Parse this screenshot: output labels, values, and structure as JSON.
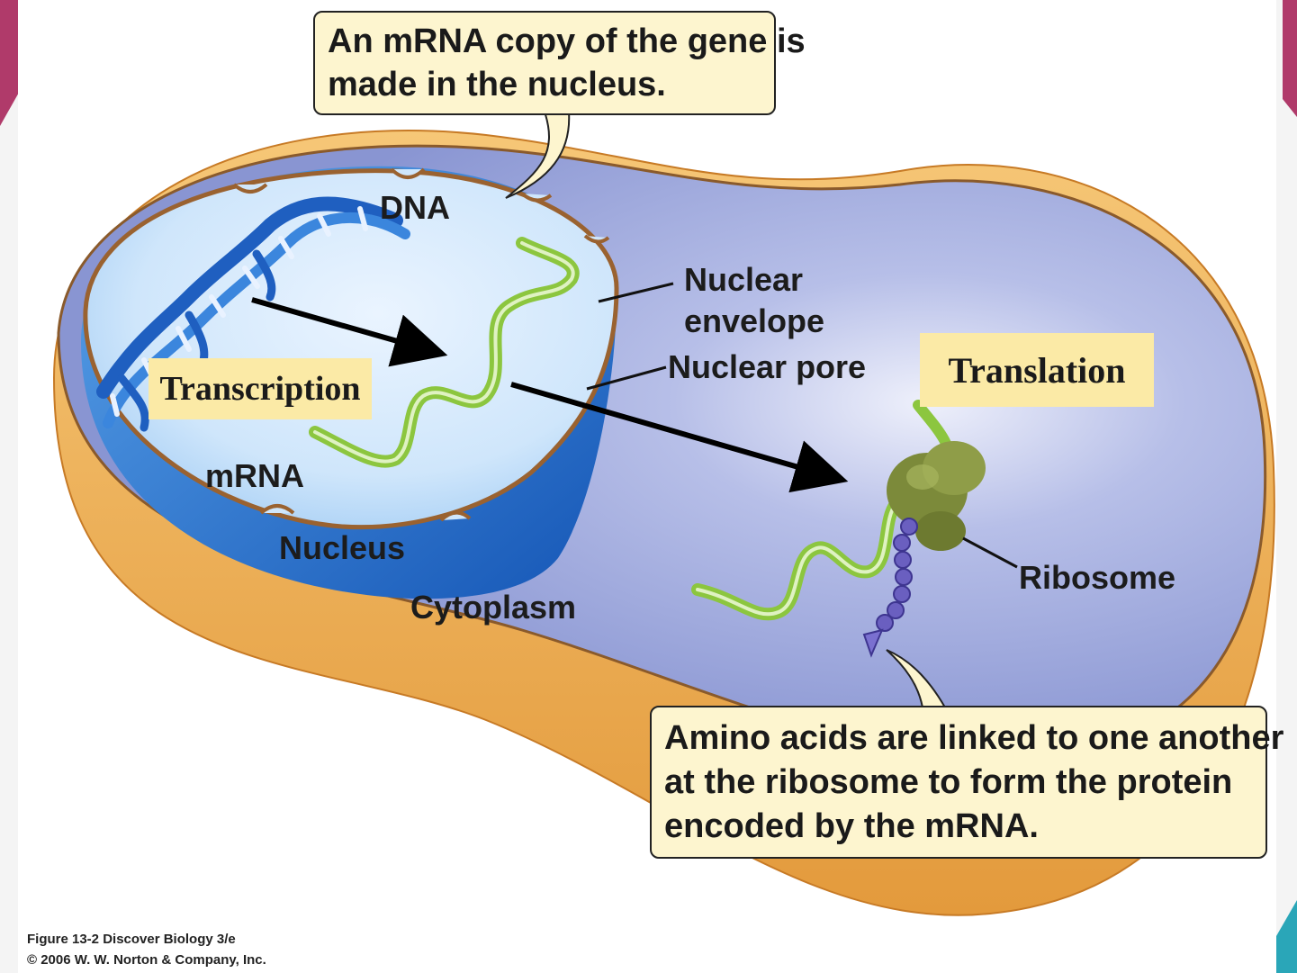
{
  "callouts": {
    "top": [
      "An mRNA copy of the gene is",
      "made in the nucleus."
    ],
    "bottom": [
      "Amino acids are linked to one another",
      "at the ribosome to form the protein",
      "encoded by the mRNA."
    ]
  },
  "processes": {
    "transcription": "Transcription",
    "translation": "Translation"
  },
  "labels": {
    "dna": "DNA",
    "nuclear_envelope": [
      "Nuclear",
      "envelope"
    ],
    "nuclear_pore": "Nuclear pore",
    "mrna": "mRNA",
    "nucleus": "Nucleus",
    "cytoplasm": "Cytoplasm",
    "ribosome": "Ribosome"
  },
  "credit": [
    "Figure 13-2  Discover Biology 3/e",
    "© 2006 W. W. Norton & Company, Inc."
  ],
  "colors": {
    "cell_outer": "#e9a548",
    "cytoplasm": "#9aa5dc",
    "nucleus": "#cfe6fb",
    "nucleus_rim": "#1e6fd0",
    "envelope": "#9a6230",
    "dna": "#1f5fc0",
    "mrna": "#8cc63f",
    "ribosome": "#7c8a3a",
    "amino_acids": "#6a5fc0",
    "callout_fill": "#fdf5cf",
    "process_tag_fill": "#fbeaa6"
  }
}
